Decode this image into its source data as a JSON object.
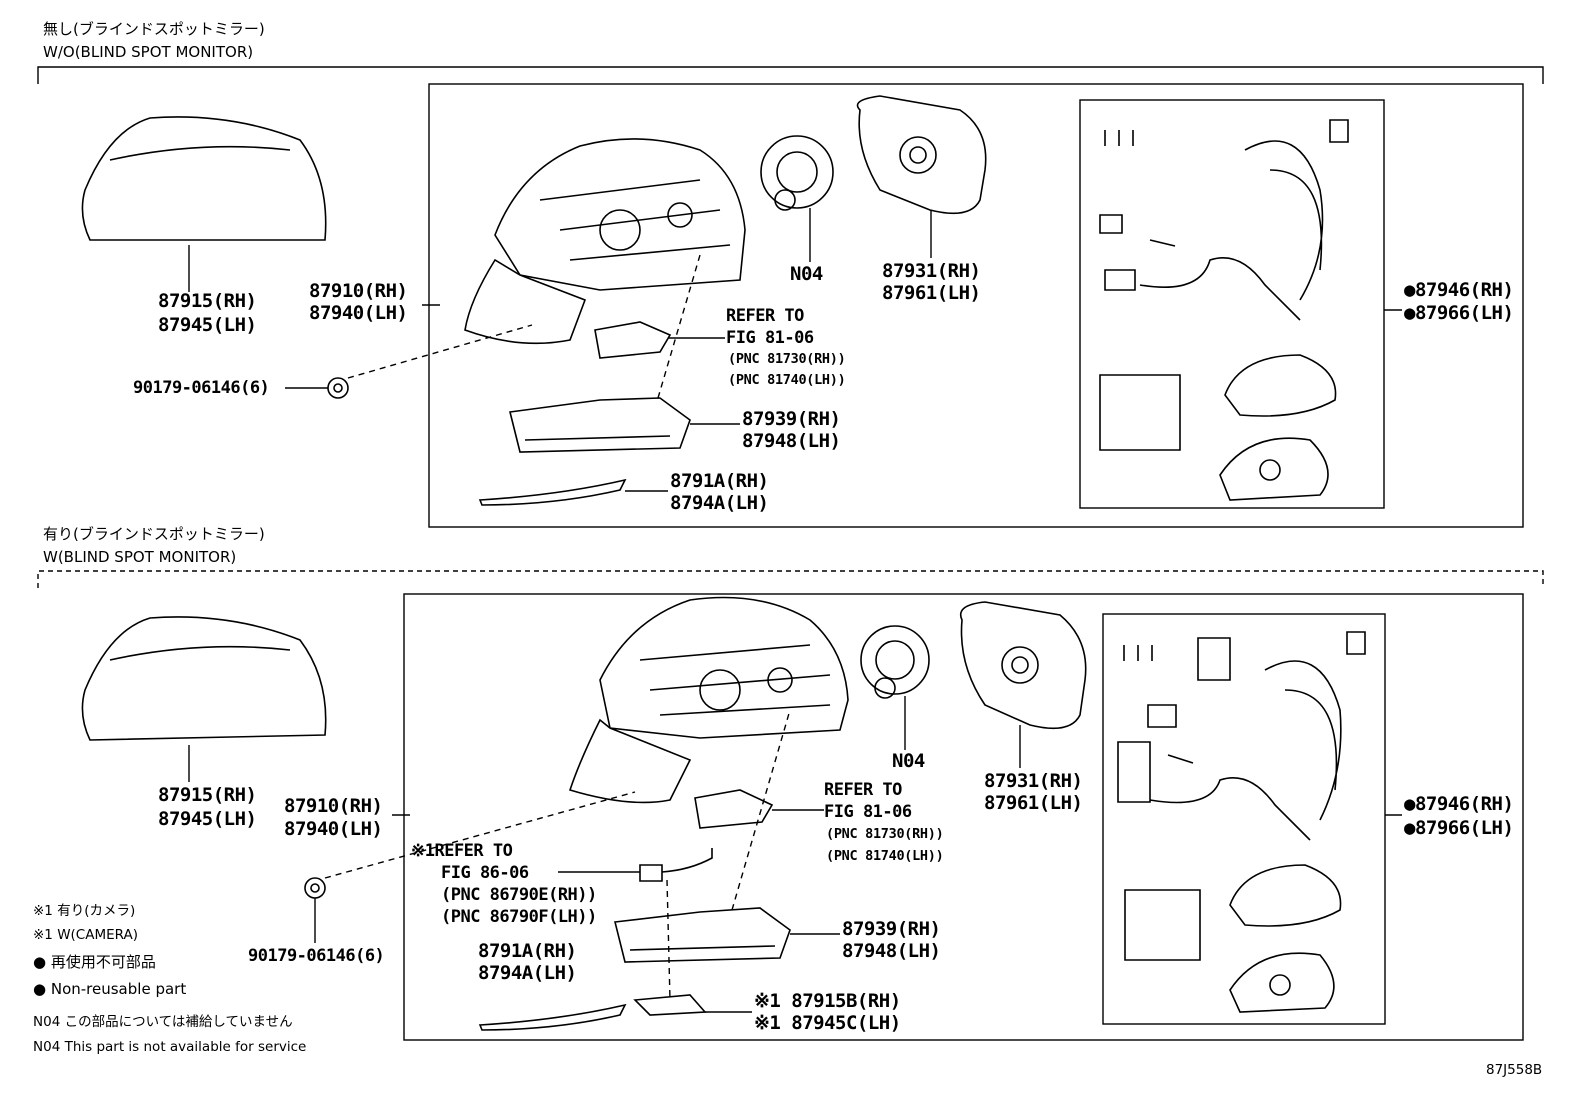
{
  "sections": {
    "top": {
      "title_ja": "無し(ブラインドスポットミラー)",
      "title_en": "W/O(BLIND SPOT MONITOR)"
    },
    "bottom": {
      "title_ja": "有り(ブラインドスポットミラー)",
      "title_en": "W(BLIND SPOT MONITOR)"
    }
  },
  "top_labels": {
    "cover_rh": "87915(RH)",
    "cover_lh": "87945(LH)",
    "mirror_rh": "87910(RH)",
    "mirror_lh": "87940(LH)",
    "screw": "90179-06146(6)",
    "n04": "N04",
    "glass_rh": "87931(RH)",
    "glass_lh": "87961(LH)",
    "refer_1": "REFER TO",
    "refer_2": "FIG 81-06",
    "pnc_rh": "(PNC 81730(RH))",
    "pnc_lh": "(PNC 81740(LH))",
    "lamp_rh": "87939(RH)",
    "lamp_lh": "87948(LH)",
    "garnish_rh": "8791A(RH)",
    "garnish_lh": "8794A(LH)",
    "kit_rh": "●87946(RH)",
    "kit_lh": "●87966(LH)"
  },
  "bottom_labels": {
    "cover_rh": "87915(RH)",
    "cover_lh": "87945(LH)",
    "mirror_rh": "87910(RH)",
    "mirror_lh": "87940(LH)",
    "screw": "90179-06146(6)",
    "n04": "N04",
    "glass_rh": "87931(RH)",
    "glass_lh": "87961(LH)",
    "refer_1": "REFER TO",
    "refer_2": "FIG 81-06",
    "pnc_rh": "(PNC 81730(RH))",
    "pnc_lh": "(PNC 81740(LH))",
    "cam_refer_1": "※1REFER TO",
    "cam_refer_2": "FIG 86-06",
    "cam_pnc_rh": "(PNC 86790E(RH))",
    "cam_pnc_lh": "(PNC 86790F(LH))",
    "lamp_rh": "87939(RH)",
    "lamp_lh": "87948(LH)",
    "garnish_rh": "8791A(RH)",
    "garnish_lh": "8794A(LH)",
    "cam_cover_rh": "※1 87915B(RH)",
    "cam_cover_lh": "※1 87945C(LH)",
    "kit_rh": "●87946(RH)",
    "kit_lh": "●87966(LH)"
  },
  "legend": {
    "camera_ja": "※1 有り(カメラ)",
    "camera_en": "※1 W(CAMERA)",
    "nonreusable_ja": "● 再使用不可部品",
    "nonreusable_en": "● Non-reusable part",
    "n04_ja": "N04 この部品については補給していません",
    "n04_en": "N04 This part is not available for service"
  },
  "figure_id": "87J558B"
}
